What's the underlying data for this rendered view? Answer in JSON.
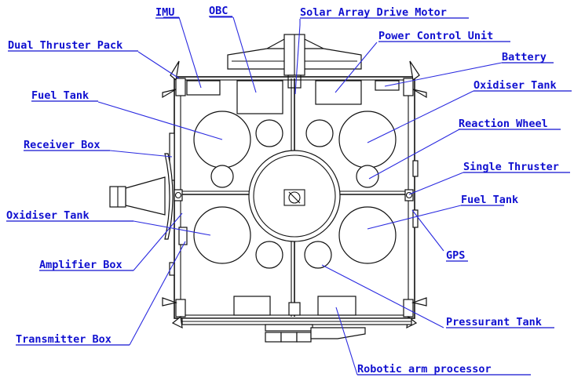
{
  "labels": {
    "imu": "IMU",
    "obc": "OBC",
    "solar_array_drive_motor": "Solar Array Drive Motor",
    "dual_thruster_pack": "Dual Thruster Pack",
    "power_control_unit": "Power Control Unit",
    "battery": "Battery",
    "fuel_tank_upper": "Fuel Tank",
    "oxidiser_tank_upper": "Oxidiser Tank",
    "reaction_wheel": "Reaction Wheel",
    "receiver_box": "Receiver Box",
    "single_thruster": "Single Thruster",
    "oxidiser_tank_lower": "Oxidiser Tank",
    "fuel_tank_lower": "Fuel Tank",
    "gps": "GPS",
    "amplifier_box": "Amplifier Box",
    "pressurant_tank": "Pressurant Tank",
    "transmitter_box": "Transmitter Box",
    "robotic_arm_processor": "Robotic arm processor"
  },
  "colors": {
    "label": "#1010d0",
    "leader": "#2a2ae0",
    "drawing": "#111111"
  }
}
